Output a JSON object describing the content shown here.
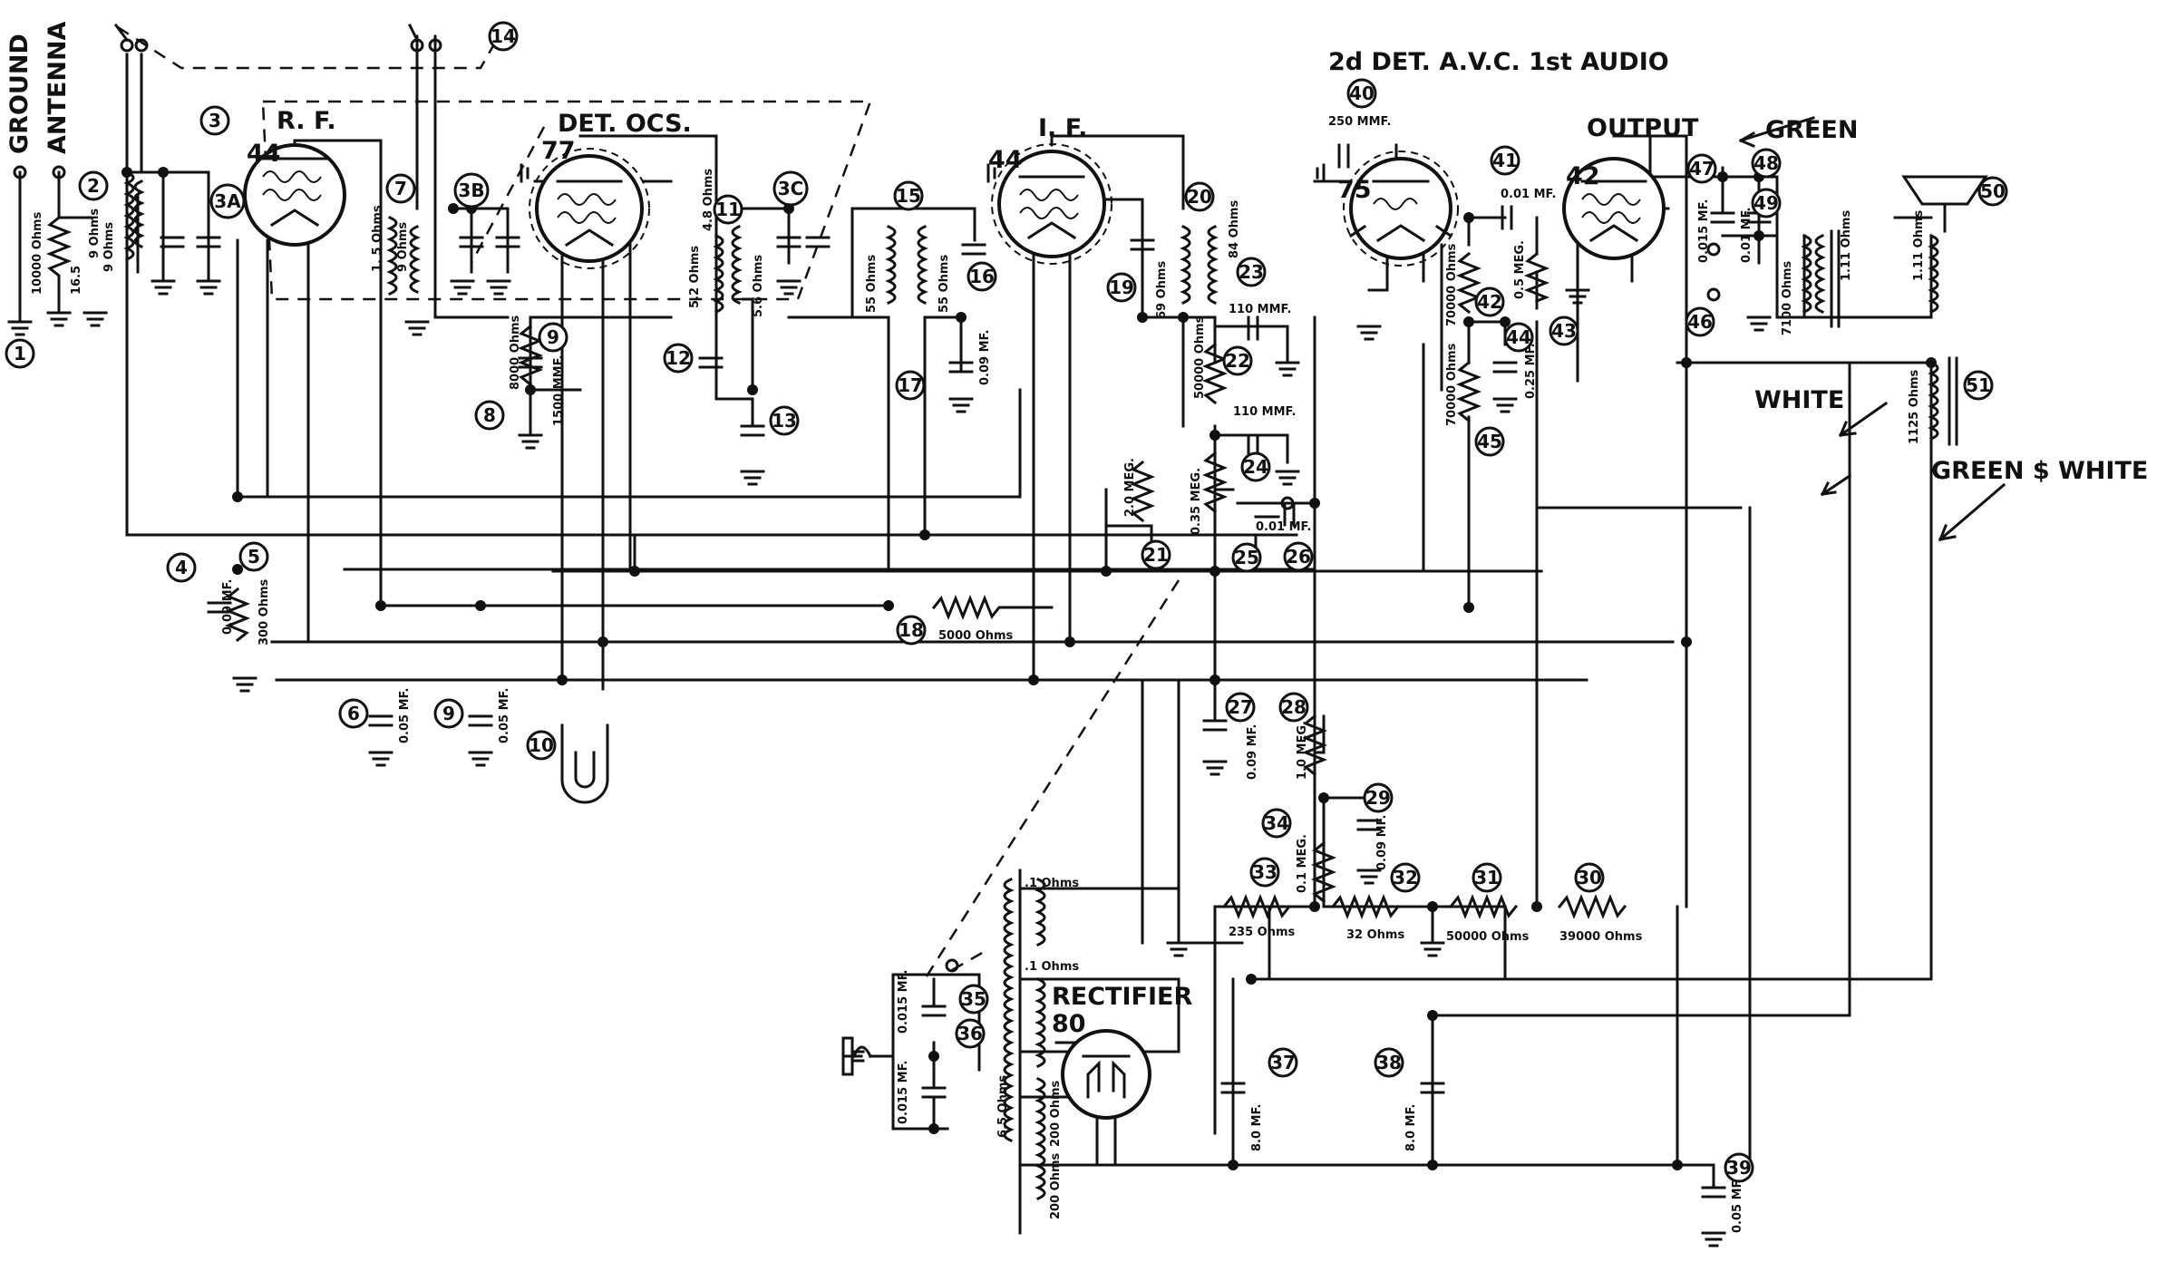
{
  "headers": {
    "ground": "GROUND",
    "antenna": "ANTENNA",
    "rf": "R. F.",
    "rf_tube": "44",
    "det_ocs": "DET. OCS.",
    "det_ocs_tube": "77",
    "if": "I. F.",
    "if_tube": "44",
    "second_det": "2d DET. A.V.C. 1st AUDIO",
    "second_det_tube": "75",
    "output": "OUTPUT",
    "output_tube": "42",
    "green": "GREEN",
    "white": "WHITE",
    "green_white": "GREEN $ WHITE",
    "rectifier": "RECTIFIER",
    "rectifier_tube": "80"
  },
  "values": {
    "r1": "10000 Ohms",
    "c2": "16.5",
    "c2b": "9 Ohms",
    "c2c": "9 Ohms",
    "c4": "0.09 MF.",
    "r5": "300 Ohms",
    "c6": "0.05 MF.",
    "l7a": "1. 5 Ohms",
    "l7b": "9 Ohms",
    "r8": "8000 Ohms",
    "c9": "1500 MMF.",
    "c9b": "0.05 MF.",
    "l11a": "4.8 Ohms",
    "l11b": "5.2 Ohms",
    "l11c": "5.6 Ohms",
    "l15a": "55 Ohms",
    "l15b": "55 Ohms",
    "c17": "0.09 MF.",
    "r18": "5000 Ohms",
    "l19": "69 Ohms",
    "l20": "84 Ohms",
    "c23": "110 MMF.",
    "r22": "50000 Ohms",
    "c24": "110 MMF.",
    "r21": "2.0 MEG.",
    "r25": "0.35 MEG.",
    "c26": "0.01 MF.",
    "c27": "0.09 MF.",
    "r28": "1.0 MEG.",
    "c29": "0.09 MF.",
    "c40": "250 MMF.",
    "c41": "0.01 MF.",
    "r42": "70000 Ohms",
    "r43": "0.5 MEG.",
    "c44": "0.25 MF.",
    "r45": "70000 Ohms",
    "c47": "0.015 MF.",
    "c48": "0.01 MF.",
    "t49": "7100 Ohms",
    "l50": "1.11 Ohms",
    "l50b": "1.11 Ohms",
    "l51": "1125 Ohms",
    "r34": "0.1 MEG.",
    "r33": "235 Ohms",
    "r32": "32 Ohms",
    "r31": "50000 Ohms",
    "r30": "39000 Ohms",
    "t_top": ".1 Ohms",
    "t_mid": ".1 Ohms",
    "t_65": "6.5 Ohms",
    "t_200a": "200 Ohms",
    "t_200b": "200 Ohms",
    "c35a": "0.015 MF.",
    "c35b": "0.015 MF.",
    "c37": "8.0 MF.",
    "c38": "8.0 MF.",
    "c39": "0.05 MF."
  },
  "callouts": [
    "1",
    "2",
    "3",
    "3A",
    "3B",
    "3C",
    "4",
    "5",
    "6",
    "7",
    "8",
    "9",
    "9",
    "10",
    "11",
    "12",
    "13",
    "14",
    "15",
    "16",
    "17",
    "18",
    "19",
    "20",
    "21",
    "22",
    "23",
    "24",
    "25",
    "26",
    "27",
    "28",
    "29",
    "30",
    "31",
    "32",
    "33",
    "34",
    "35",
    "36",
    "37",
    "38",
    "39",
    "40",
    "41",
    "42",
    "43",
    "44",
    "45",
    "46",
    "47",
    "48",
    "49",
    "50",
    "51"
  ]
}
